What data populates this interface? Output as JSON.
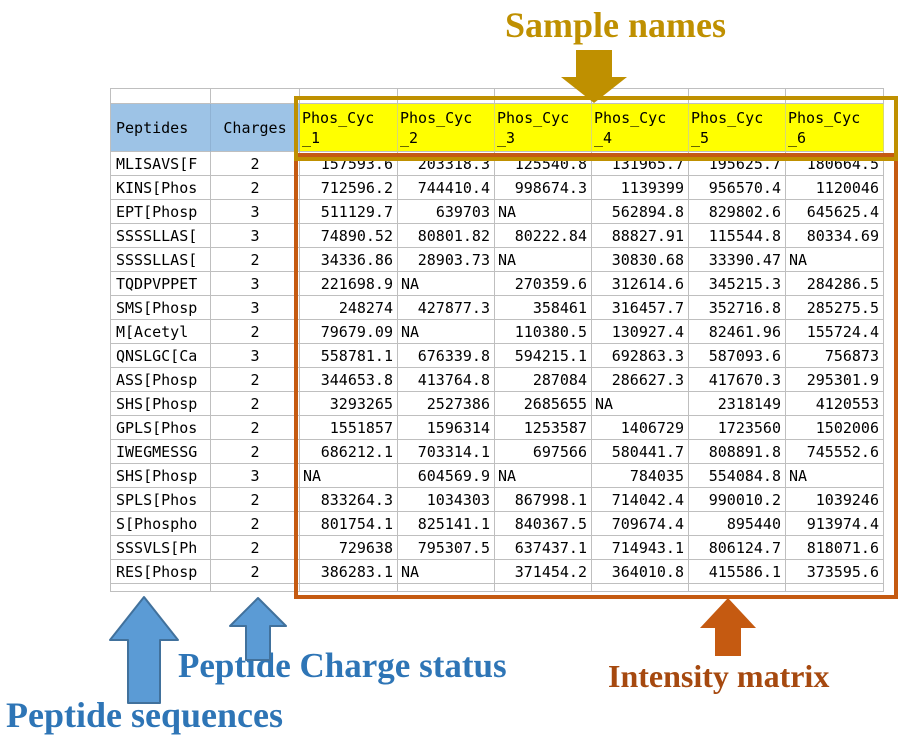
{
  "annotations": {
    "sample_names": "Sample names",
    "peptide_sequences": "Peptide sequences",
    "peptide_charge_status": "Peptide Charge status",
    "intensity_matrix": "Intensity matrix"
  },
  "colors": {
    "sample_accent": "#BF9000",
    "intensity_accent": "#C55A11",
    "intensity_text": "#A6490F",
    "blue_label": "#2E75B6",
    "blue_arrow_fill": "#5B9BD5",
    "blue_arrow_stroke": "#41719C",
    "header_blue_bg": "#9DC3E6",
    "header_yellow_bg": "#FFFF00",
    "gridline": "#BFBFBF"
  },
  "table": {
    "peptides_header": "Peptides",
    "charges_header": "Charges",
    "sample_headers": [
      "Phos_Cyc_1",
      "Phos_Cyc_2",
      "Phos_Cyc_3",
      "Phos_Cyc_4",
      "Phos_Cyc_5",
      "Phos_Cyc_6"
    ],
    "rows": [
      {
        "peptide": "MLISAVS[F",
        "charge": "2",
        "values": [
          "157593.6",
          "203318.3",
          "125540.8",
          "131965.7",
          "195625.7",
          "180664.5"
        ]
      },
      {
        "peptide": "KINS[Phos",
        "charge": "2",
        "values": [
          "712596.2",
          "744410.4",
          "998674.3",
          "1139399",
          "956570.4",
          "1120046"
        ]
      },
      {
        "peptide": "EPT[Phosp",
        "charge": "3",
        "values": [
          "511129.7",
          "639703",
          "NA",
          "562894.8",
          "829802.6",
          "645625.4"
        ]
      },
      {
        "peptide": "SSSSLLAS[",
        "charge": "3",
        "values": [
          "74890.52",
          "80801.82",
          "80222.84",
          "88827.91",
          "115544.8",
          "80334.69"
        ]
      },
      {
        "peptide": "SSSSLLAS[",
        "charge": "2",
        "values": [
          "34336.86",
          "28903.73",
          "NA",
          "30830.68",
          "33390.47",
          "NA"
        ]
      },
      {
        "peptide": "TQDPVPPET",
        "charge": "3",
        "values": [
          "221698.9",
          "NA",
          "270359.6",
          "312614.6",
          "345215.3",
          "284286.5"
        ]
      },
      {
        "peptide": "SMS[Phosp",
        "charge": "3",
        "values": [
          "248274",
          "427877.3",
          "358461",
          "316457.7",
          "352716.8",
          "285275.5"
        ]
      },
      {
        "peptide": "M[Acetyl",
        "charge": "2",
        "values": [
          "79679.09",
          "NA",
          "110380.5",
          "130927.4",
          "82461.96",
          "155724.4"
        ]
      },
      {
        "peptide": "QNSLGC[Ca",
        "charge": "3",
        "values": [
          "558781.1",
          "676339.8",
          "594215.1",
          "692863.3",
          "587093.6",
          "756873"
        ]
      },
      {
        "peptide": "ASS[Phosp",
        "charge": "2",
        "values": [
          "344653.8",
          "413764.8",
          "287084",
          "286627.3",
          "417670.3",
          "295301.9"
        ]
      },
      {
        "peptide": "SHS[Phosp",
        "charge": "2",
        "values": [
          "3293265",
          "2527386",
          "2685655",
          "NA",
          "2318149",
          "4120553"
        ]
      },
      {
        "peptide": "GPLS[Phos",
        "charge": "2",
        "values": [
          "1551857",
          "1596314",
          "1253587",
          "1406729",
          "1723560",
          "1502006"
        ]
      },
      {
        "peptide": "IWEGMESSG",
        "charge": "2",
        "values": [
          "686212.1",
          "703314.1",
          "697566",
          "580441.7",
          "808891.8",
          "745552.6"
        ]
      },
      {
        "peptide": "SHS[Phosp",
        "charge": "3",
        "values": [
          "NA",
          "604569.9",
          "NA",
          "784035",
          "554084.8",
          "NA"
        ]
      },
      {
        "peptide": "SPLS[Phos",
        "charge": "2",
        "values": [
          "833264.3",
          "1034303",
          "867998.1",
          "714042.4",
          "990010.2",
          "1039246"
        ]
      },
      {
        "peptide": "S[Phospho",
        "charge": "2",
        "values": [
          "801754.1",
          "825141.1",
          "840367.5",
          "709674.4",
          "895440",
          "913974.4"
        ]
      },
      {
        "peptide": "SSSVLS[Ph",
        "charge": "2",
        "values": [
          "729638",
          "795307.5",
          "637437.1",
          "714943.1",
          "806124.7",
          "818071.6"
        ]
      },
      {
        "peptide": "RES[Phosp",
        "charge": "2",
        "values": [
          "386283.1",
          "NA",
          "371454.2",
          "364010.8",
          "415586.1",
          "373595.6"
        ]
      }
    ]
  }
}
